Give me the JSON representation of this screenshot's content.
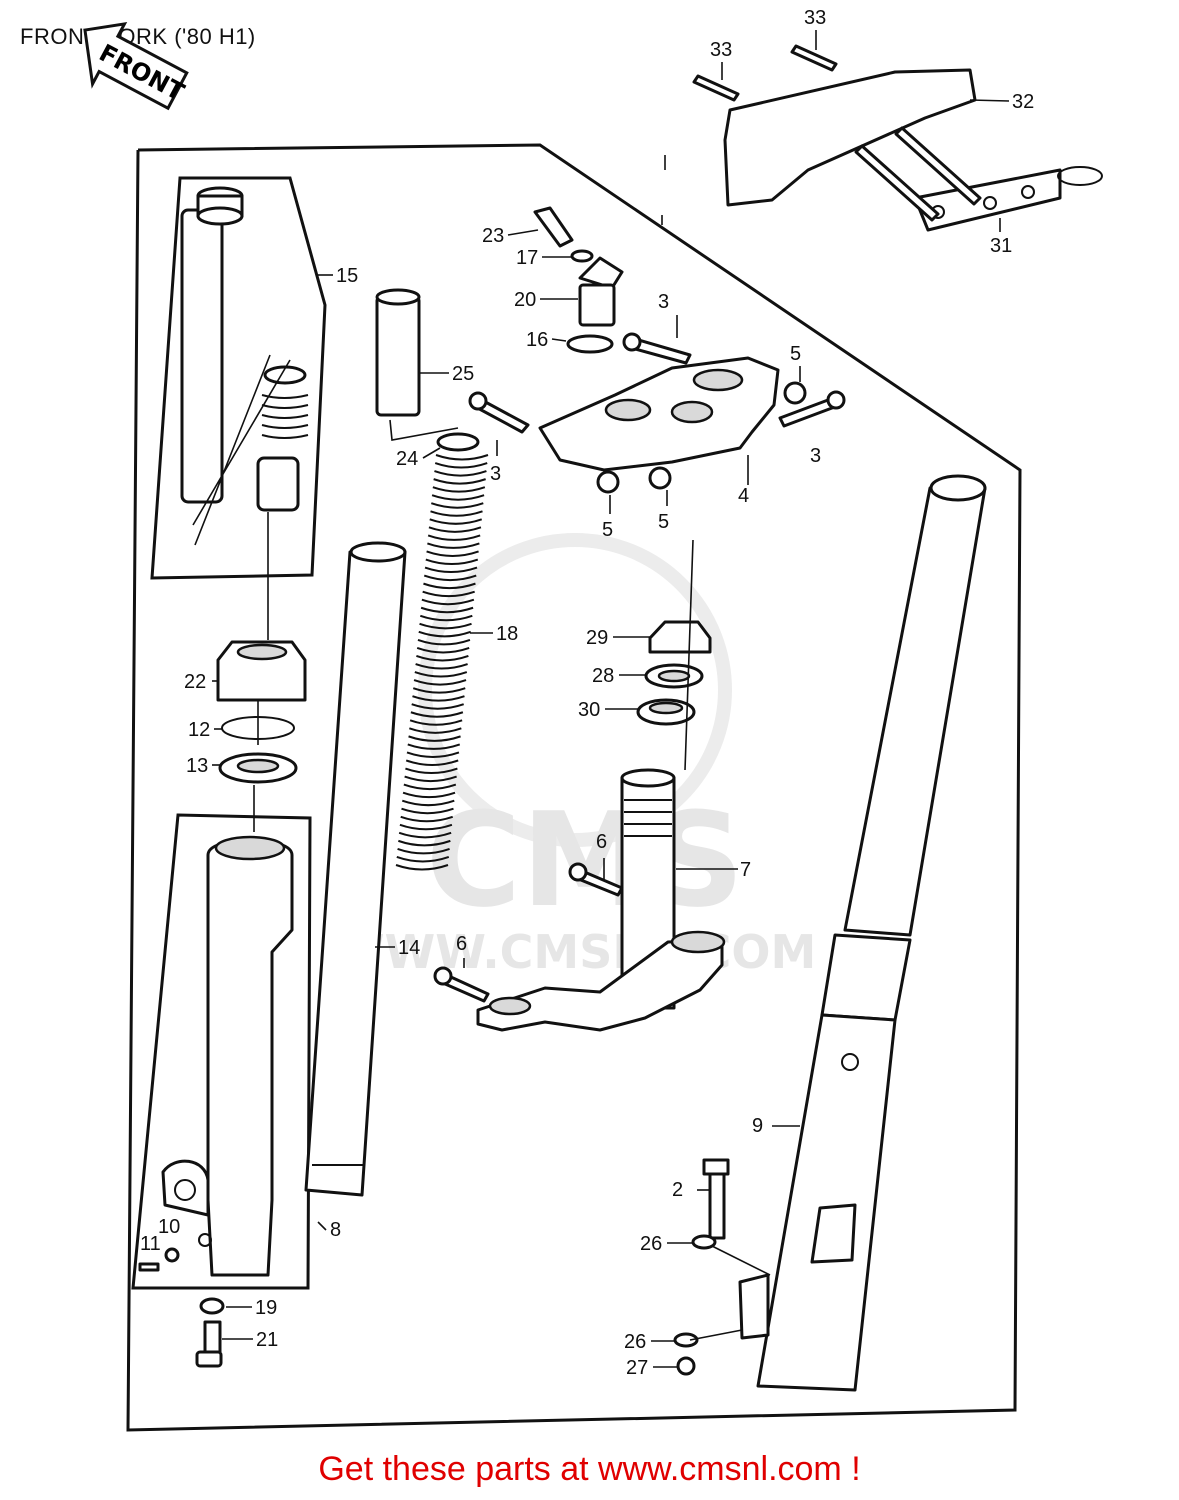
{
  "title": "FRONT FORK ('80 H1)",
  "front_marker": "FRONT",
  "watermark": {
    "brand": "CMS",
    "url": "WWW.CMSNL.COM"
  },
  "footer": {
    "text": "Get these parts at www.cmsnl.com !",
    "color": "#e00000"
  },
  "callouts": [
    {
      "id": "2",
      "text": "2"
    },
    {
      "id": "3a",
      "text": "3"
    },
    {
      "id": "3b",
      "text": "3"
    },
    {
      "id": "3c",
      "text": "3"
    },
    {
      "id": "4",
      "text": "4"
    },
    {
      "id": "5a",
      "text": "5"
    },
    {
      "id": "5b",
      "text": "5"
    },
    {
      "id": "5c",
      "text": "5"
    },
    {
      "id": "6a",
      "text": "6"
    },
    {
      "id": "6b",
      "text": "6"
    },
    {
      "id": "7",
      "text": "7"
    },
    {
      "id": "8",
      "text": "8"
    },
    {
      "id": "9",
      "text": "9"
    },
    {
      "id": "10",
      "text": "10"
    },
    {
      "id": "11",
      "text": "11"
    },
    {
      "id": "12",
      "text": "12"
    },
    {
      "id": "13",
      "text": "13"
    },
    {
      "id": "14",
      "text": "14"
    },
    {
      "id": "15",
      "text": "15"
    },
    {
      "id": "16",
      "text": "16"
    },
    {
      "id": "17",
      "text": "17"
    },
    {
      "id": "18",
      "text": "18"
    },
    {
      "id": "19",
      "text": "19"
    },
    {
      "id": "20",
      "text": "20"
    },
    {
      "id": "21",
      "text": "21"
    },
    {
      "id": "22",
      "text": "22"
    },
    {
      "id": "23",
      "text": "23"
    },
    {
      "id": "24",
      "text": "24"
    },
    {
      "id": "25",
      "text": "25"
    },
    {
      "id": "26a",
      "text": "26"
    },
    {
      "id": "26b",
      "text": "26"
    },
    {
      "id": "27",
      "text": "27"
    },
    {
      "id": "28",
      "text": "28"
    },
    {
      "id": "29",
      "text": "29"
    },
    {
      "id": "30",
      "text": "30"
    },
    {
      "id": "31",
      "text": "31"
    },
    {
      "id": "32",
      "text": "32"
    },
    {
      "id": "33a",
      "text": "33"
    },
    {
      "id": "33b",
      "text": "33"
    }
  ]
}
